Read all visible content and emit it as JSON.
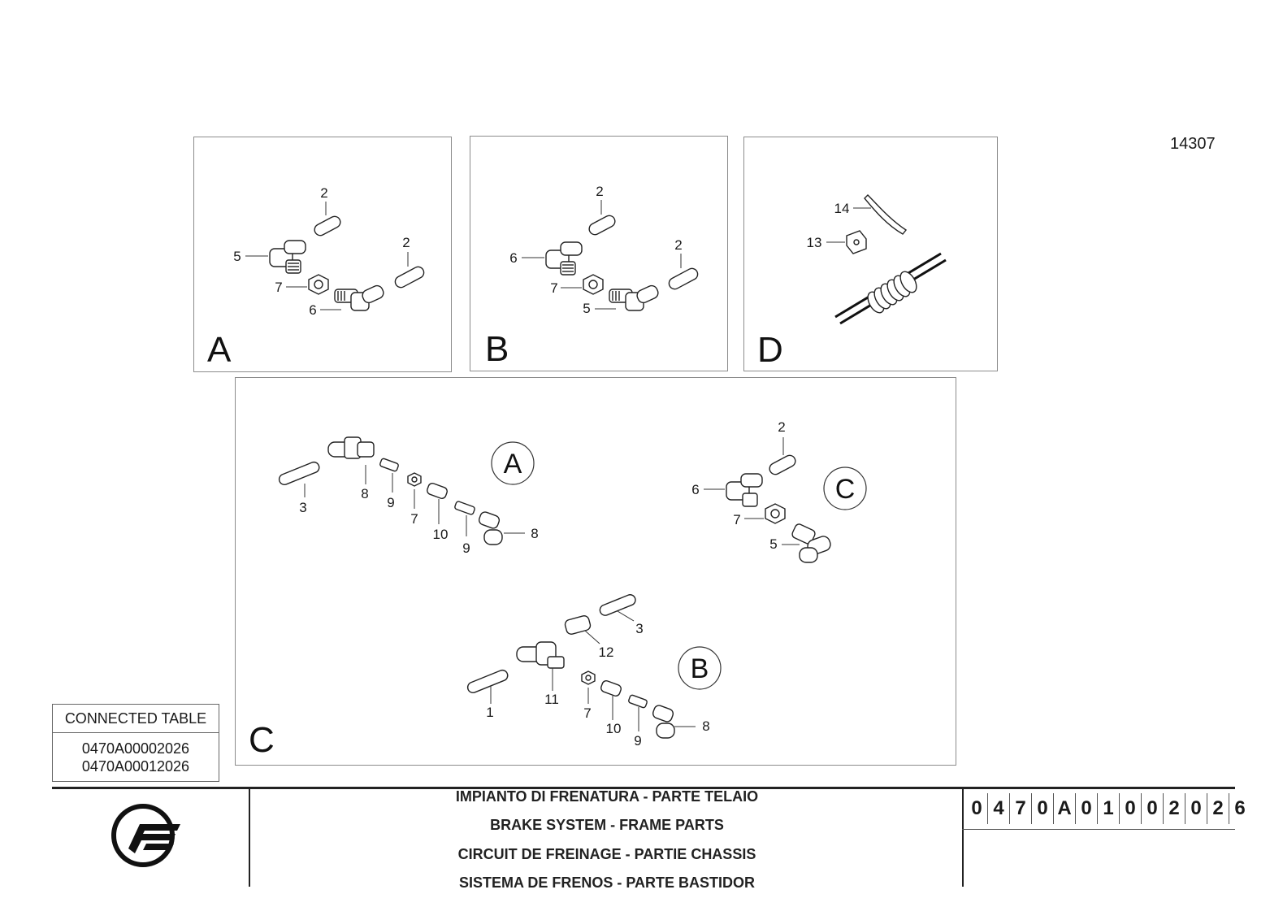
{
  "reference_number": "14307",
  "panels": [
    {
      "letter": "A"
    },
    {
      "letter": "B"
    },
    {
      "letter": "D"
    },
    {
      "letter": "C"
    }
  ],
  "circle_labels": [
    "A",
    "C",
    "B"
  ],
  "callouts": {
    "panel_a": [
      "2",
      "2",
      "5",
      "7",
      "6"
    ],
    "panel_b": [
      "2",
      "2",
      "6",
      "7",
      "5"
    ],
    "panel_d": [
      "14",
      "13"
    ],
    "group_a": [
      "3",
      "8",
      "9",
      "7",
      "10",
      "9",
      "8"
    ],
    "group_c": [
      "2",
      "6",
      "7",
      "5"
    ],
    "group_b": [
      "3",
      "12",
      "11",
      "1",
      "7",
      "10",
      "9",
      "8"
    ]
  },
  "connected_table": {
    "header": "CONNECTED TABLE",
    "rows": [
      "0470A00002026",
      "0470A00012026"
    ]
  },
  "title_block": {
    "titles": [
      "IMPIANTO DI FRENATURA - PARTE TELAIO",
      "BRAKE SYSTEM - FRAME PARTS",
      "CIRCUIT DE FREINAGE - PARTIE CHASSIS",
      "SISTEMA DE FRENOS - PARTE BASTIDOR"
    ],
    "code_chars": [
      "0",
      "4",
      "7",
      "0",
      "A",
      "0",
      "1",
      "0",
      "0",
      "2",
      "0",
      "2",
      "6"
    ]
  }
}
